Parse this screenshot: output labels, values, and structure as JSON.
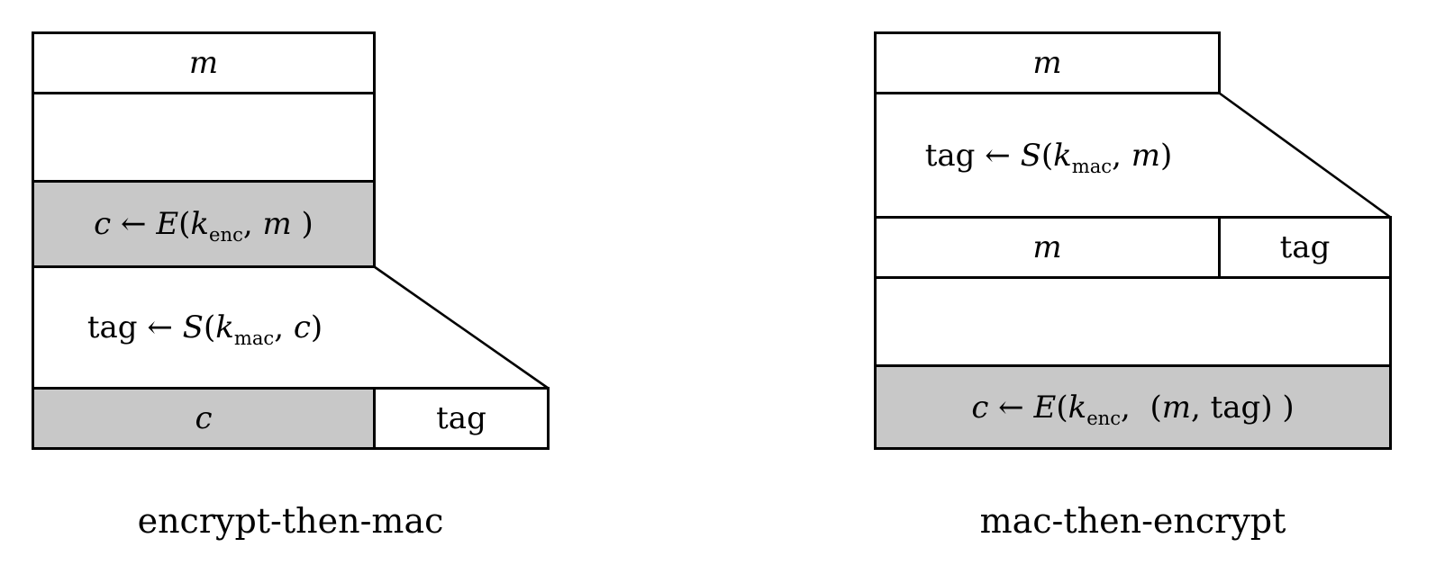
{
  "left": {
    "caption": "encrypt-then-mac",
    "message_label": "m",
    "enc": {
      "lhs": "c",
      "arrow": " ← ",
      "fn": "E",
      "open": "(",
      "key": "k",
      "sub": "enc",
      "sep": ", ",
      "arg": "m",
      "close": " )"
    },
    "tag": {
      "lhs": "tag",
      "arrow": " ← ",
      "fn": "S",
      "open": "(",
      "key": "k",
      "sub": "mac",
      "sep": ", ",
      "arg": "c",
      "close": ")"
    },
    "out_c": "c",
    "out_tag": "tag"
  },
  "right": {
    "caption": "mac-then-encrypt",
    "message_label": "m",
    "tag": {
      "lhs": "tag",
      "arrow": " ← ",
      "fn": "S",
      "open": "(",
      "key": "k",
      "sub": "mac",
      "sep": ", ",
      "arg": "m",
      "close": ")"
    },
    "mid_m": "m",
    "mid_tag": "tag",
    "enc": {
      "lhs": "c",
      "arrow": " ← ",
      "fn": "E",
      "open": "(",
      "key": "k",
      "sub": "enc",
      "sep": ", ",
      "tuple_open": "(",
      "tuple_m": "m",
      "tuple_rest": ", tag)",
      "close": " )"
    }
  },
  "colors": {
    "gray_fill": "#c8c8c8",
    "line": "#000000",
    "background": "#ffffff"
  }
}
